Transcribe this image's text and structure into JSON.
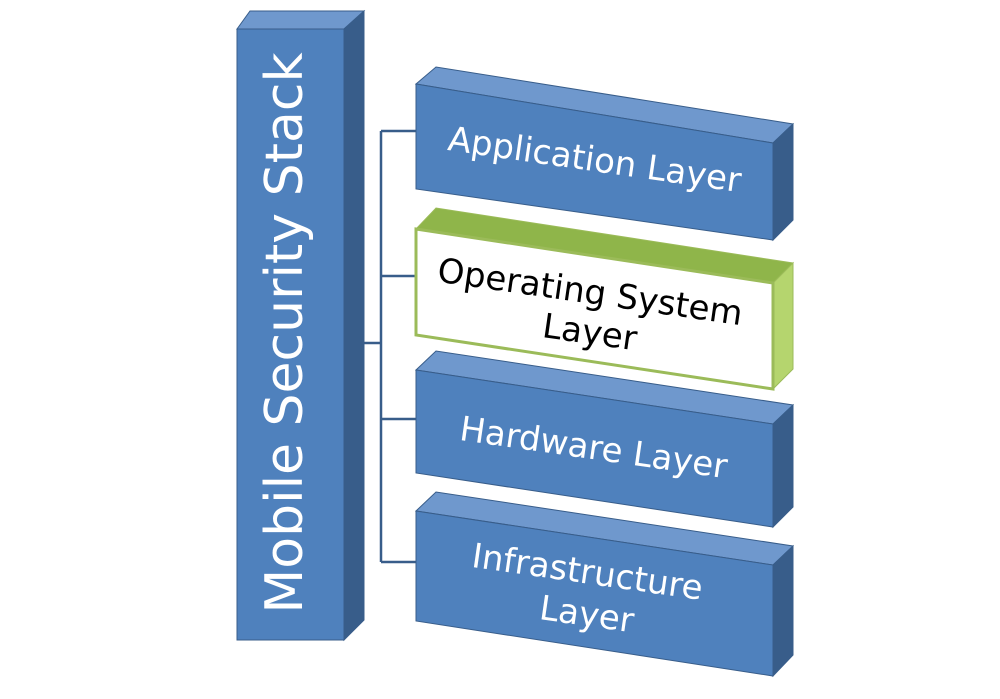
{
  "diagram": {
    "title": "Mobile Security Stack",
    "layers": [
      {
        "id": "application",
        "lines": [
          "Application Layer"
        ],
        "highlighted": false
      },
      {
        "id": "operating-system",
        "lines": [
          "Operating System",
          "Layer"
        ],
        "highlighted": true
      },
      {
        "id": "hardware",
        "lines": [
          "Hardware Layer"
        ],
        "highlighted": false
      },
      {
        "id": "infrastructure",
        "lines": [
          "Infrastructure",
          "Layer"
        ],
        "highlighted": false
      }
    ]
  },
  "colors": {
    "block_front": "#4f81bd",
    "block_top": "#6f98cd",
    "block_side": "#385d8a",
    "block_text": "#ffffff",
    "highlight_front": "#ffffff",
    "highlight_border": "#9bbb59",
    "highlight_top": "#8fb54a",
    "highlight_side": "#b5d56e",
    "highlight_text": "#000000",
    "connector": "#385d8a"
  }
}
